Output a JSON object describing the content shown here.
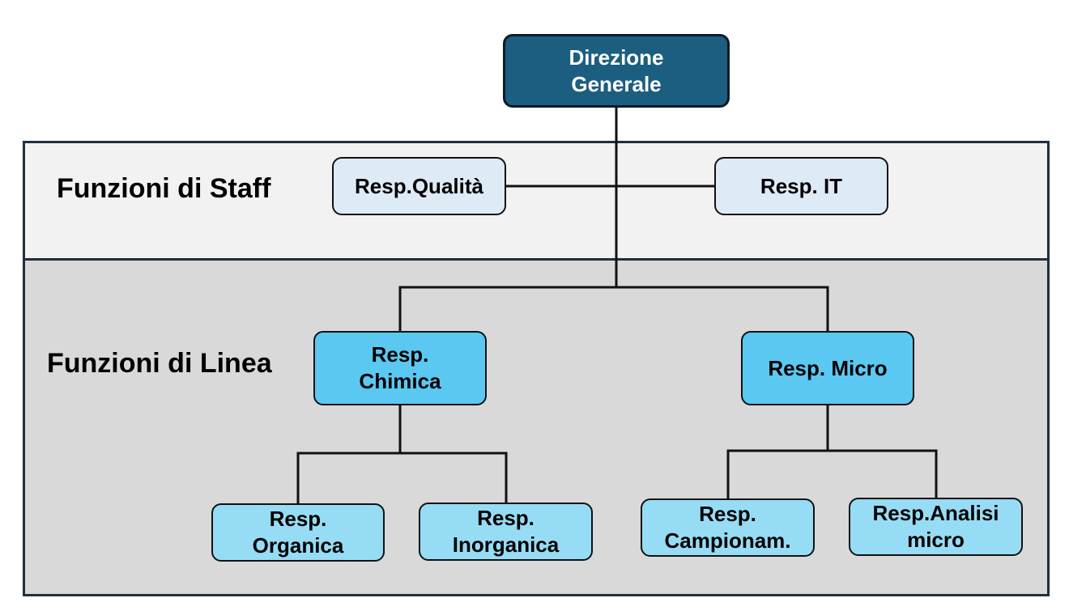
{
  "bands": {
    "staff_label": "Funzioni di Staff",
    "line_label": "Funzioni di Linea"
  },
  "nodes": {
    "direzione": "Direzione\nGenerale",
    "qualita": "Resp.Qualità",
    "it": "Resp. IT",
    "chimica": "Resp.\nChimica",
    "micro": "Resp. Micro",
    "organica": "Resp.\nOrganica",
    "inorganica": "Resp.\nInorganica",
    "campionam": "Resp.\nCampionam.",
    "analisi_micro": "Resp.Analisi\nmicro"
  },
  "colors": {
    "top_node": "#1b5e80",
    "staff_node": "#dfeaf7",
    "mid_node": "#5bc8f2",
    "leaf_node": "#97dcf5",
    "staff_band": "#f2f2f2",
    "line_band": "#d9d9d9"
  }
}
